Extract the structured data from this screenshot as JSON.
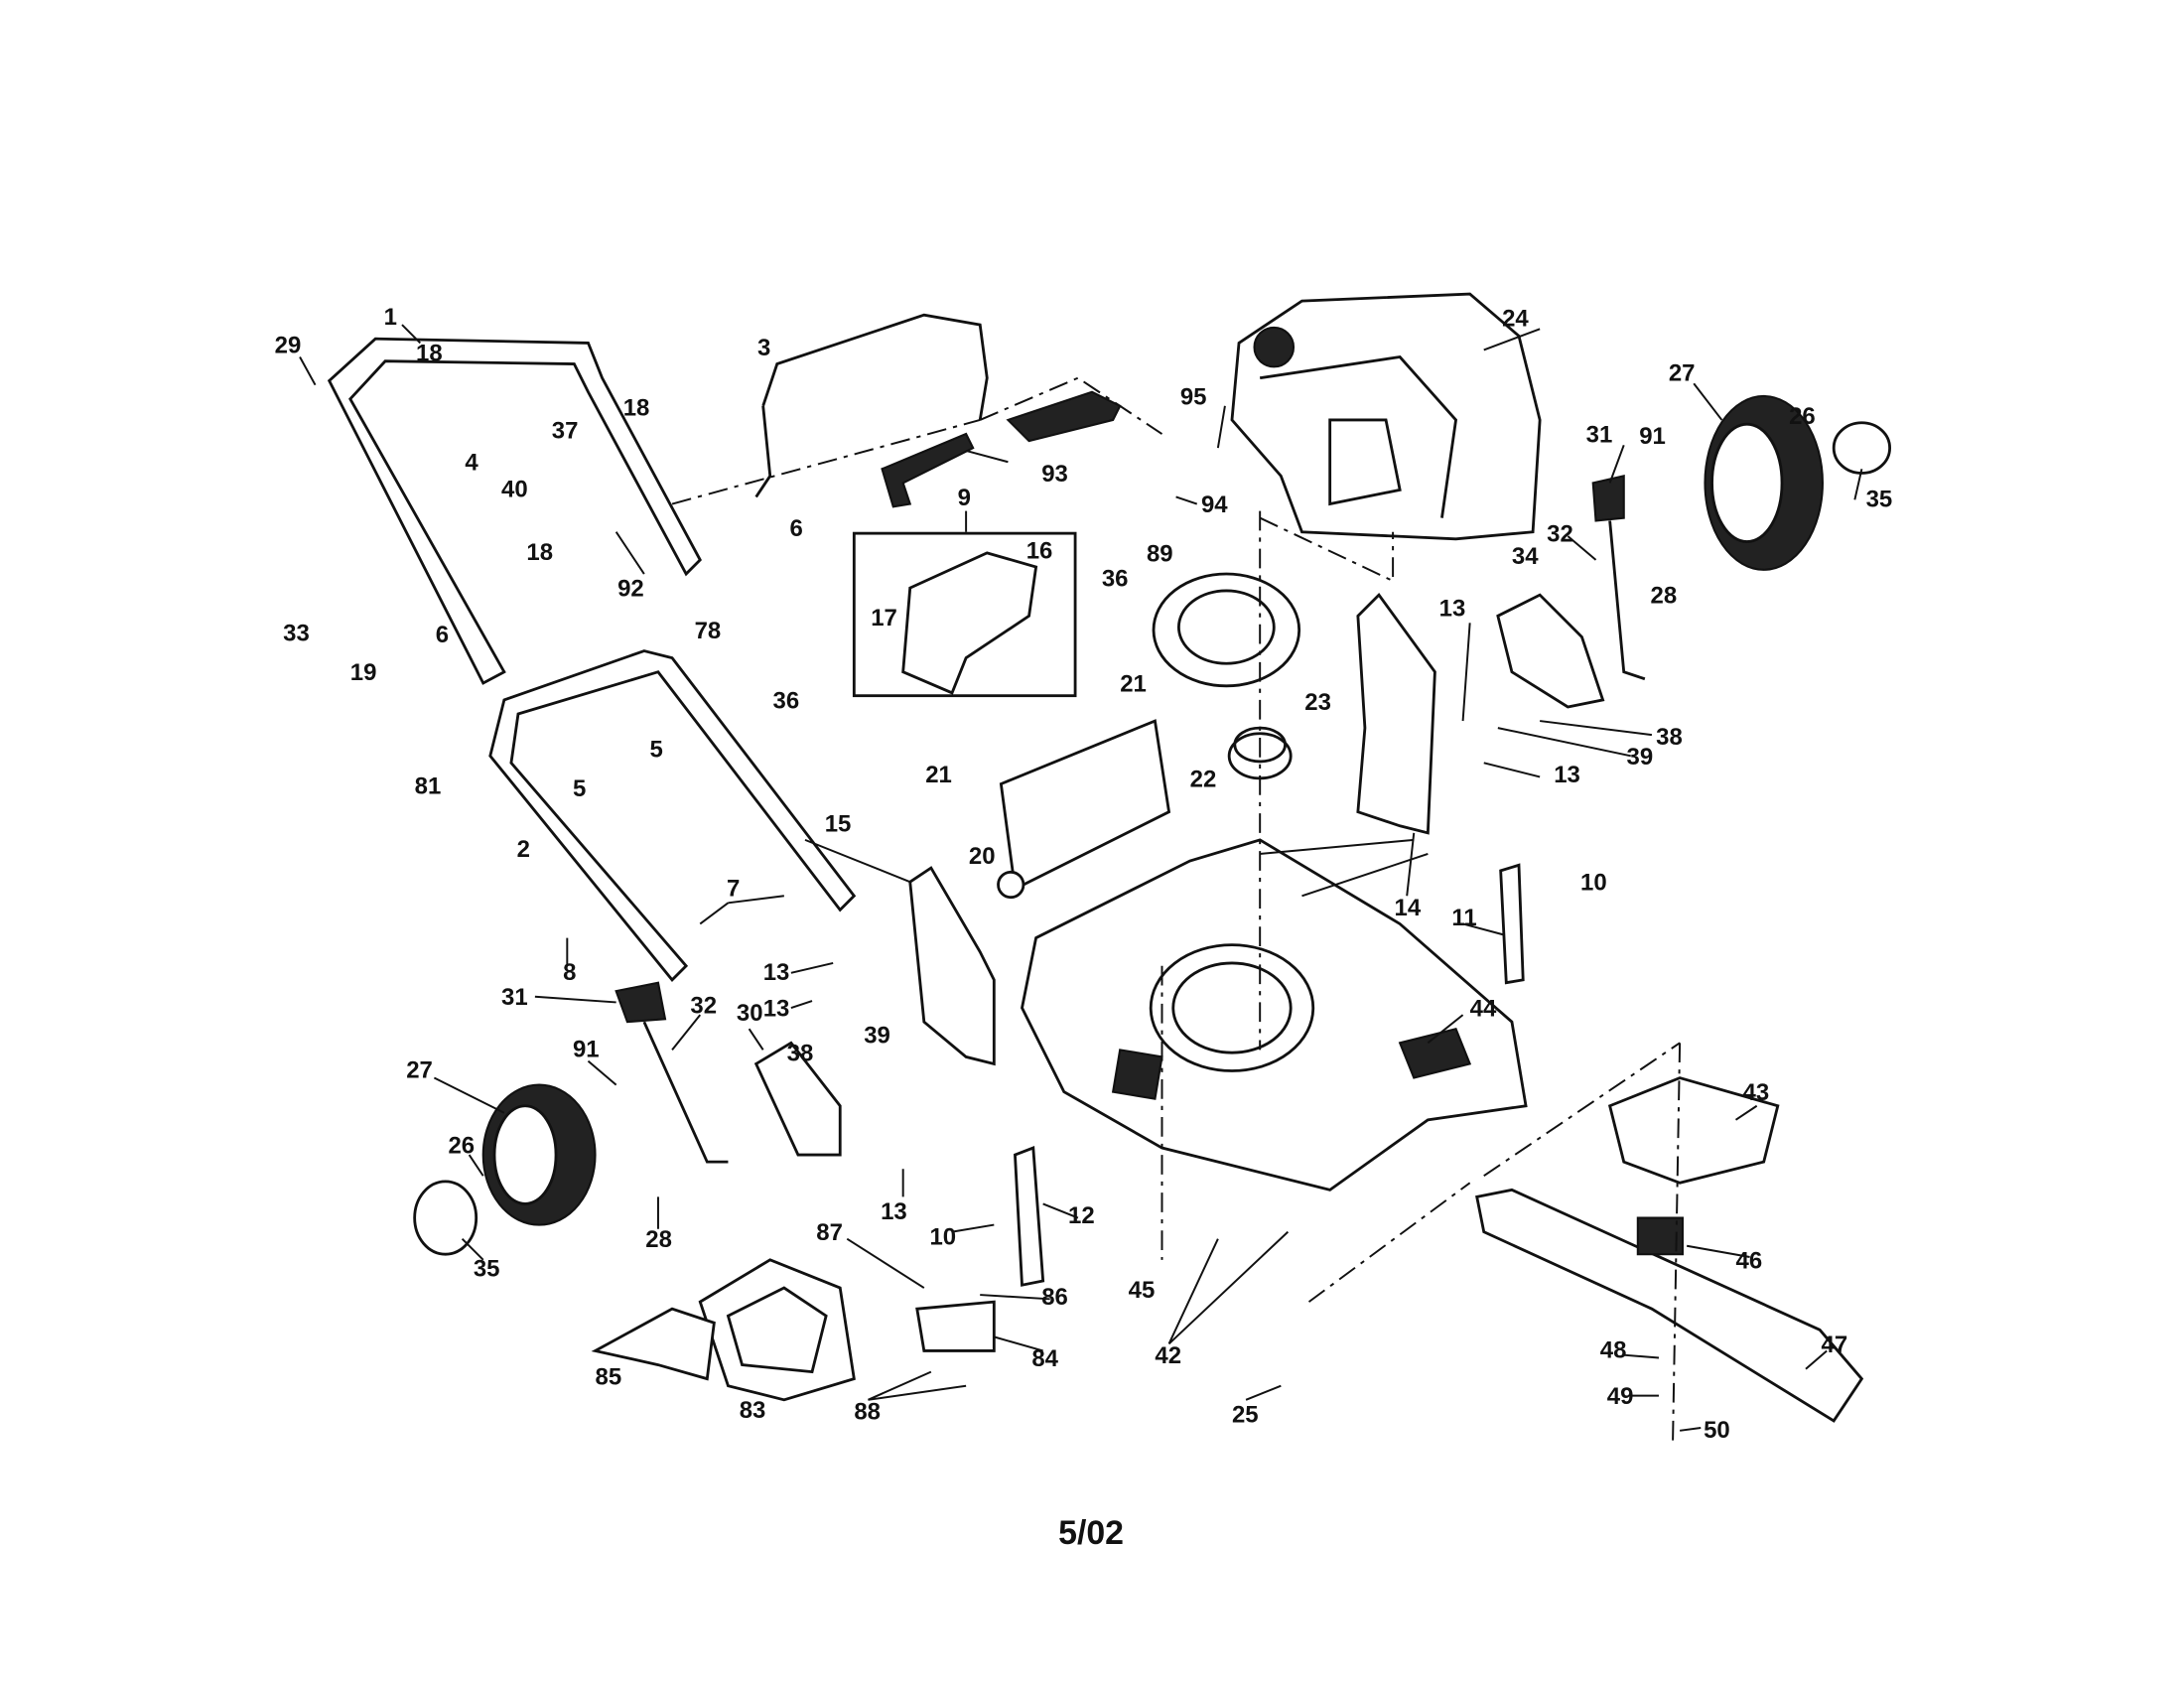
{
  "diagram": {
    "type": "exploded parts diagram",
    "footer_date": "5/02",
    "callouts": [
      "1",
      "29",
      "18",
      "3",
      "24",
      "27",
      "26",
      "35",
      "95",
      "31",
      "91",
      "18",
      "37",
      "4",
      "40",
      "93",
      "9",
      "94",
      "32",
      "89",
      "6",
      "18",
      "16",
      "36",
      "92",
      "34",
      "13",
      "28",
      "33",
      "19",
      "78",
      "17",
      "23",
      "21",
      "36",
      "38",
      "39",
      "22",
      "13",
      "5",
      "5",
      "21",
      "81",
      "15",
      "20",
      "2",
      "14",
      "10",
      "11",
      "7",
      "8",
      "31",
      "32",
      "13",
      "13",
      "44",
      "30",
      "91",
      "38",
      "39",
      "27",
      "43",
      "26",
      "13",
      "12",
      "10",
      "28",
      "35",
      "46",
      "87",
      "86",
      "45",
      "84",
      "48",
      "47",
      "42",
      "85",
      "83",
      "88",
      "49",
      "25",
      "50",
      "6"
    ]
  }
}
